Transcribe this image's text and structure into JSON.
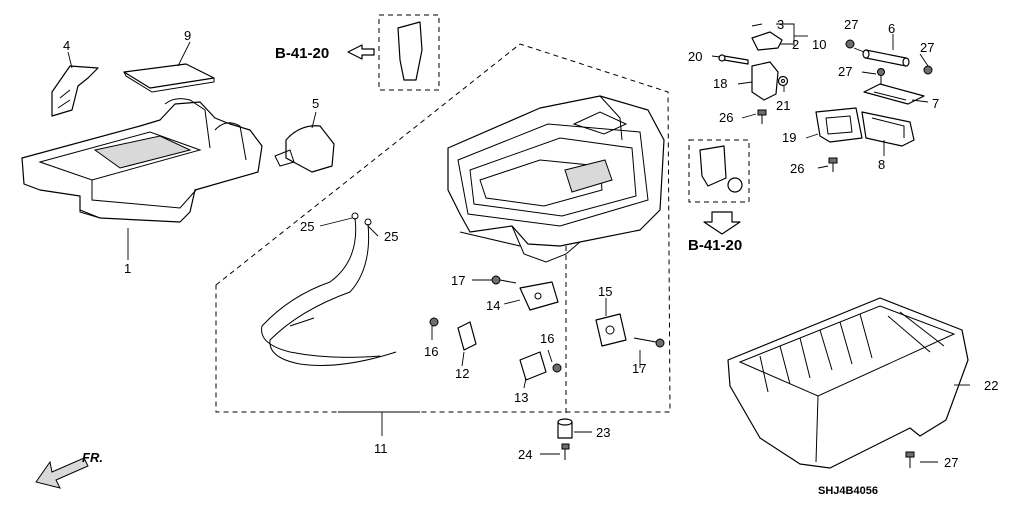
{
  "diagram": {
    "code": "SHJ4B4056",
    "front_label": "FR.",
    "ref_labels": [
      "B-41-20",
      "B-41-20"
    ],
    "callouts": {
      "c1": "1",
      "c2": "2",
      "c3": "3",
      "c4": "4",
      "c5": "5",
      "c6": "6",
      "c7": "7",
      "c8": "8",
      "c9": "9",
      "c10": "10",
      "c11": "11",
      "c12": "12",
      "c13": "13",
      "c14": "14",
      "c15": "15",
      "c16a": "16",
      "c16b": "16",
      "c17a": "17",
      "c17b": "17",
      "c18": "18",
      "c19": "19",
      "c20": "20",
      "c21": "21",
      "c22": "22",
      "c23": "23",
      "c24": "24",
      "c25a": "25",
      "c25b": "25",
      "c26a": "26",
      "c26b": "26",
      "c27a": "27",
      "c27b": "27",
      "c27c": "27",
      "c27d": "27"
    }
  }
}
